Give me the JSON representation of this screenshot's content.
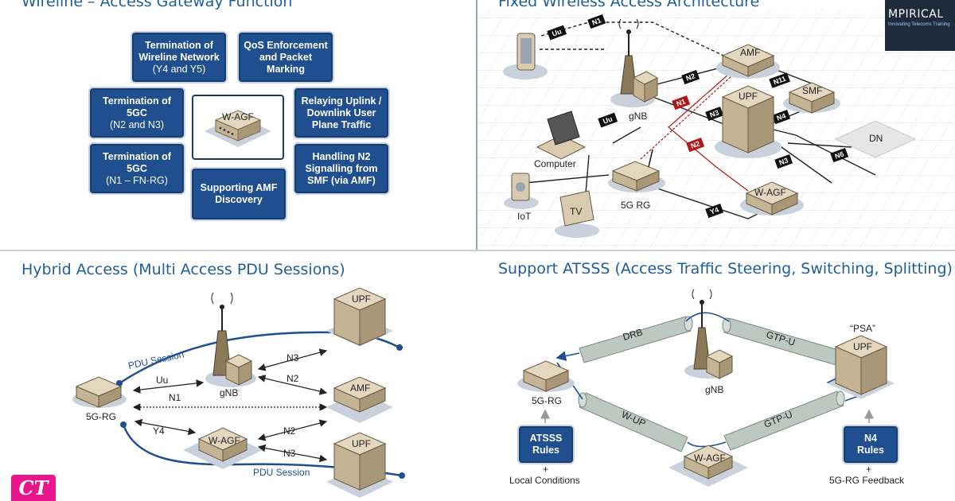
{
  "panel_tl": {
    "title": "Wireline – Access Gateway Function",
    "boxes": [
      {
        "line1": "Termination of",
        "line2": "Wireline Network",
        "line3": "(Y4 and Y5)"
      },
      {
        "line1": "QoS Enforcement",
        "line2": "and Packet",
        "line3": "Marking"
      },
      {
        "line1": "Termination of",
        "line2": "5GC",
        "line3": "(N2 and N3)"
      },
      {
        "line1": "Relaying Uplink /",
        "line2": "Downlink User",
        "line3": "Plane Traffic"
      },
      {
        "line1": "Termination of",
        "line2": "5GC",
        "line3": "(N1 – FN-RG)"
      },
      {
        "line1": "Handling N2",
        "line2": "Signalling from",
        "line3": "SMF (via AMF)"
      },
      {
        "line1": "Supporting AMF",
        "line2": "Discovery"
      }
    ],
    "center_label": "W-AGF"
  },
  "panel_tr": {
    "title": "Fixed Wireless Access Architecture",
    "nodes": {
      "amf": "AMF",
      "smf": "SMF",
      "upf": "UPF",
      "dn": "DN",
      "gnb": "gNB",
      "computer": "Computer",
      "iot": "IoT",
      "tv": "TV",
      "rg": "5G RG",
      "wagf": "W-AGF"
    },
    "interfaces": {
      "uu1": "Uu",
      "uu2": "Uu",
      "n1a": "N1",
      "n1b": "N1",
      "n11": "N11",
      "n2a": "N2",
      "n2b": "N2",
      "n3a": "N3",
      "n3b": "N3",
      "n4": "N4",
      "n6": "N6",
      "y4": "Y4"
    }
  },
  "logo": {
    "name": "MPIRICAL",
    "tagline": "Innovating Telecoms Training"
  },
  "panel_bl": {
    "title": "Hybrid Access (Multi Access PDU Sessions)",
    "labels": {
      "rg": "5G-RG",
      "gnb": "gNB",
      "wagf": "W-AGF",
      "upf1": "UPF",
      "amf": "AMF",
      "upf2": "UPF",
      "pdu1": "PDU Session",
      "pdu2": "PDU Session",
      "uu": "Uu",
      "n1": "N1",
      "y4": "Y4",
      "n3a": "N3",
      "n2a": "N2",
      "n2b": "N2",
      "n3b": "N3"
    }
  },
  "panel_br": {
    "title": "Support ATSSS (Access Traffic Steering, Switching, Splitting)",
    "labels": {
      "rg": "5G-RG",
      "gnb": "gNB",
      "wagf": "W-AGF",
      "upf": "UPF",
      "psa": "“PSA”",
      "drb": "DRB",
      "gtpu1": "GTP-U",
      "wup": "W-UP",
      "gtpu2": "GTP-U"
    },
    "atsss": {
      "line1": "ATSSS",
      "line2": "Rules",
      "plus": "+",
      "note": "Local Conditions"
    },
    "n4": {
      "line1": "N4",
      "line2": "Rules",
      "plus": "+",
      "note": "5G-RG Feedback"
    }
  },
  "badge": "CT",
  "colors": {
    "title": "#1f5e9c",
    "box": "#1f4f8f",
    "device": "#d9cbb0",
    "tag": "#111111",
    "red": "#b01818",
    "pipe": "#bcc9c2",
    "session": "#1f4f8f"
  }
}
